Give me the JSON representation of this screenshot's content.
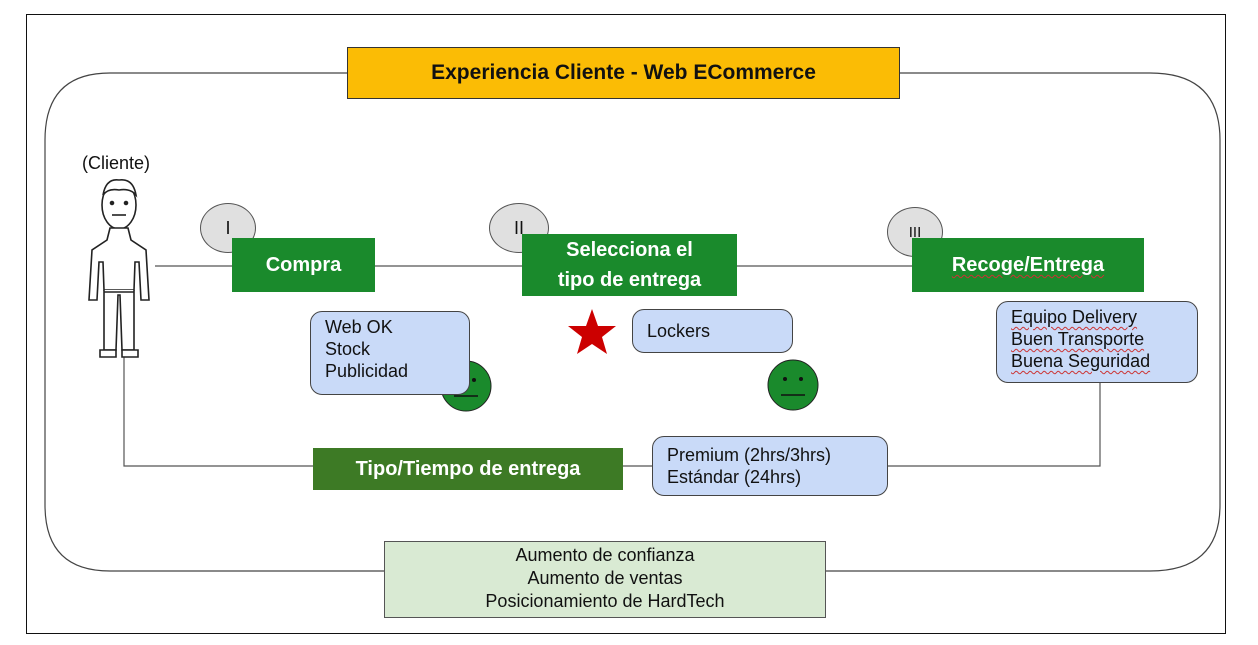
{
  "title": "Experiencia Cliente - Web ECommerce",
  "actor_label": "(Cliente)",
  "steps": [
    {
      "numeral": "I",
      "label": "Compra"
    },
    {
      "numeral": "II",
      "label_line1": "Selecciona el",
      "label_line2": "tipo de entrega"
    },
    {
      "numeral": "III",
      "label": "Recoge/Entrega"
    }
  ],
  "notes": {
    "compra": [
      "Web OK",
      "Stock",
      "Publicidad"
    ],
    "lockers": "Lockers",
    "delivery": [
      "Equipo Delivery",
      "Buen Transporte",
      "Buena Seguridad"
    ],
    "tiempos": [
      "Premium (2hrs/3hrs)",
      "Estándar (24hrs)"
    ]
  },
  "tipo_tiempo_label": "Tipo/Tiempo de entrega",
  "outcomes": [
    "Aumento de confianza",
    "Aumento de  ventas",
    "Posicionamiento de HardTech"
  ],
  "colors": {
    "title_bg": "#fbbc05",
    "step_green": "#1a8a2c",
    "dark_green": "#3d7a25",
    "note_blue": "#c9daf8",
    "outcome_green": "#d9ead3",
    "star_red": "#cc0000",
    "face_green": "#1a8a2c"
  },
  "icons": [
    "person-icon",
    "neutral-face-icon",
    "star-icon"
  ]
}
